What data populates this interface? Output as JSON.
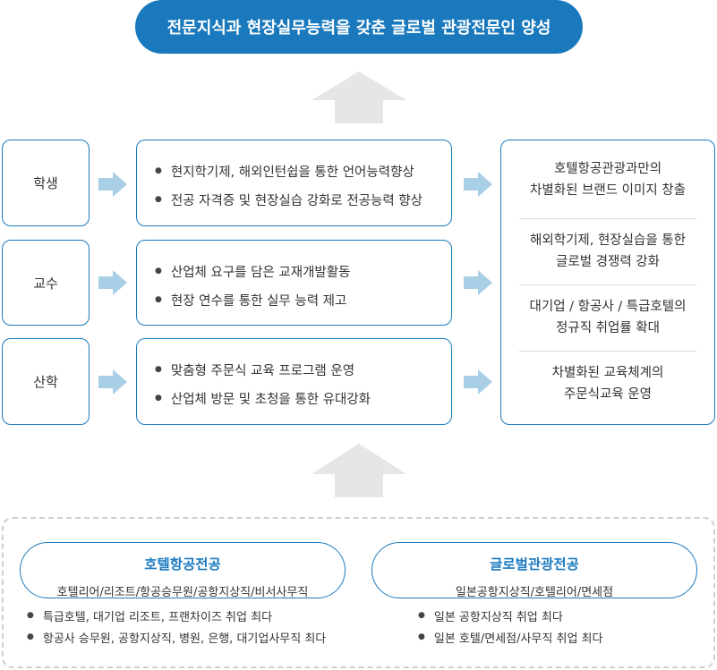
{
  "banner": {
    "text": "전문지식과 현장실무능력을 갖춘 글로벌 관광전문인 양성"
  },
  "rows": [
    {
      "label": "학생",
      "items": [
        "현지학기제, 해외인턴쉽을 통한 언어능력향상",
        "전공 자격증 및 현장실습 강화로 전공능력 향상"
      ]
    },
    {
      "label": "교수",
      "items": [
        "산업체 요구를 담은 교재개발활동",
        "현장 연수를 통한 실무 능력 제고"
      ]
    },
    {
      "label": "산학",
      "items": [
        "맞춤형 주문식 교육 프로그램 운영",
        "산업체 방문 및 초청을 통한 유대강화"
      ]
    }
  ],
  "results": [
    {
      "line1": "호텔항공관광과만의",
      "line2": "차별화된 브랜드 이미지 창출"
    },
    {
      "line1": "해외학기제, 현장실습을 통한",
      "line2": "글로벌 경쟁력 강화"
    },
    {
      "line1": "대기업 / 항공사 / 특급호텔의",
      "line2": "정규직 취업률 확대"
    },
    {
      "line1": "차별화된 교육체계의",
      "line2": "주문식교육 운영"
    }
  ],
  "majors": [
    {
      "title": "호텔항공전공",
      "subtitle": "호텔리어/리조트/항공승무원/공항지상직/비서사무직",
      "items": [
        "특급호텔, 대기업 리조트, 프랜차이즈 취업 최다",
        "항공사 승무원, 공항지상직, 병원, 은행, 대기업사무직 최다"
      ]
    },
    {
      "title": "글로벌관광전공",
      "subtitle": "일본공항지상직/호텔리어/면세점",
      "items": [
        "일본 공항지상직 취업 최다",
        "일본 호텔/면세점/사무직 취업 최다"
      ]
    }
  ],
  "colors": {
    "primary": "#1a79bd",
    "arrow_small": "#a9cfe6",
    "arrow_big": "#e6e6e6",
    "dashed_border": "#cfcfcf"
  },
  "icons": {
    "bullet": "middle-dot",
    "small_arrow": "right-arrow-icon",
    "big_arrow": "up-arrow-icon"
  }
}
